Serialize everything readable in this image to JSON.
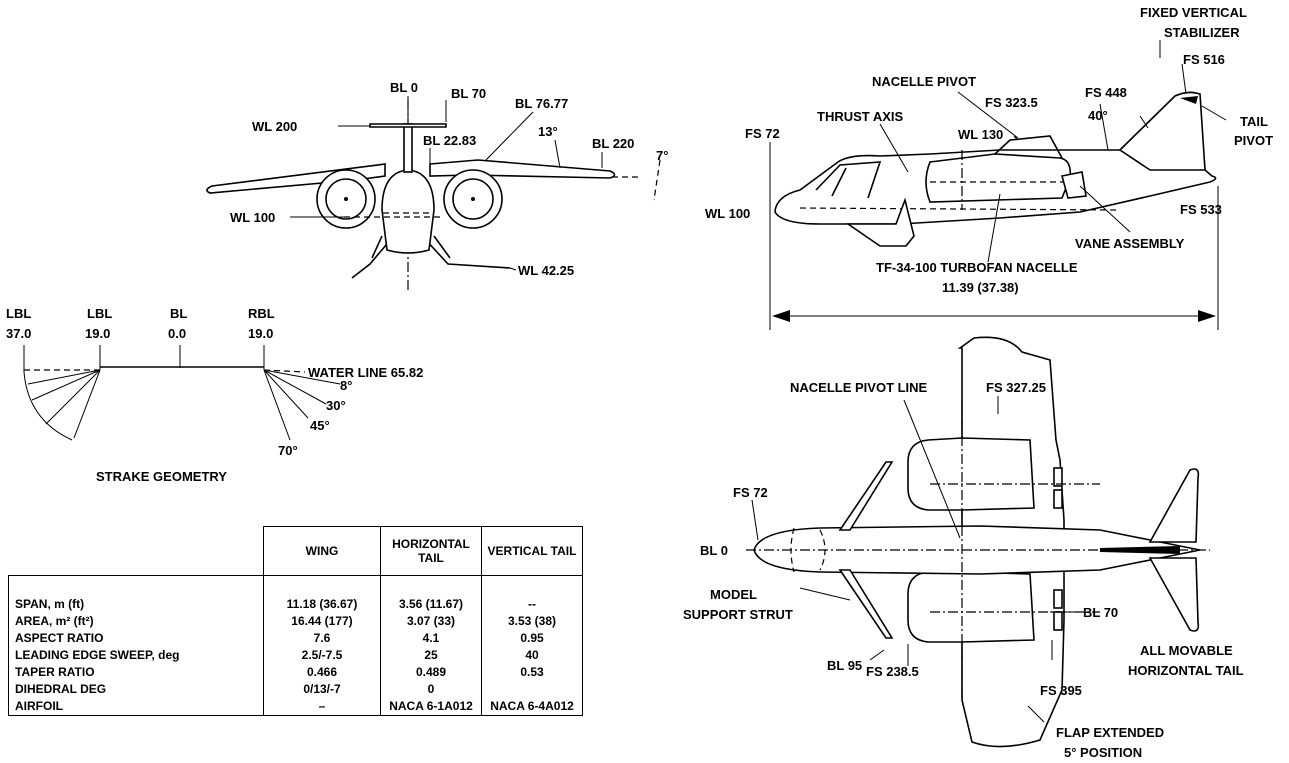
{
  "front_view": {
    "labels": {
      "bl0": "BL 0",
      "bl70": "BL 70",
      "bl7677": "BL 76.77",
      "wl200": "WL 200",
      "bl2283": "BL 22.83",
      "deg13": "13°",
      "bl220": "BL 220",
      "deg7": "7°",
      "wl100": "WL 100",
      "wl4225": "WL 42.25"
    }
  },
  "side_view": {
    "labels": {
      "fixed_stab_1": "FIXED VERTICAL",
      "fixed_stab_2": "STABILIZER",
      "fs516": "FS 516",
      "nacelle_pivot": "NACELLE PIVOT",
      "fs448": "FS 448",
      "tail_pivot_1": "TAIL",
      "tail_pivot_2": "PIVOT",
      "fs3235": "FS 323.5",
      "deg40": "40°",
      "thrust_axis": "THRUST AXIS",
      "fs72": "FS 72",
      "wl130": "WL 130",
      "wl100": "WL 100",
      "fs533": "FS 533",
      "vane_assembly": "VANE ASSEMBLY",
      "nacelle_caption": "TF-34-100 TURBOFAN NACELLE",
      "length": "11.39 (37.38)"
    }
  },
  "strake": {
    "headers": [
      {
        "pos": "LBL",
        "val": "37.0"
      },
      {
        "pos": "LBL",
        "val": "19.0"
      },
      {
        "pos": "BL",
        "val": "0.0"
      },
      {
        "pos": "RBL",
        "val": "19.0"
      }
    ],
    "water_line": "WATER LINE 65.82",
    "angles": [
      "8°",
      "30°",
      "45°",
      "70°"
    ],
    "caption": "STRAKE GEOMETRY"
  },
  "plan_view": {
    "labels": {
      "nacelle_pivot_line": "NACELLE PIVOT LINE",
      "fs32725": "FS 327.25",
      "fs72": "FS 72",
      "bl0": "BL 0",
      "model": "MODEL",
      "support_strut": "SUPPORT STRUT",
      "bl70": "BL 70",
      "bl95": "BL 95",
      "fs2385": "FS 238.5",
      "all_movable": "ALL MOVABLE",
      "horizontal_tail": "HORIZONTAL TAIL",
      "fs395": "FS 395",
      "flap_extended": "FLAP EXTENDED",
      "position": "5° POSITION"
    }
  },
  "table": {
    "columns": [
      "",
      "WING",
      "HORIZONTAL TAIL",
      "VERTICAL TAIL"
    ],
    "rows": [
      {
        "label": "SPAN, m (ft)",
        "wing": "11.18 (36.67)",
        "htail": "3.56 (11.67)",
        "vtail": "--"
      },
      {
        "label": "AREA, m² (ft²)",
        "wing": "16.44 (177)",
        "htail": "3.07 (33)",
        "vtail": "3.53 (38)"
      },
      {
        "label": "ASPECT RATIO",
        "wing": "7.6",
        "htail": "4.1",
        "vtail": "0.95"
      },
      {
        "label": "LEADING EDGE SWEEP, deg",
        "wing": "2.5/-7.5",
        "htail": "25",
        "vtail": "40"
      },
      {
        "label": "TAPER RATIO",
        "wing": "0.466",
        "htail": "0.489",
        "vtail": "0.53"
      },
      {
        "label": "DIHEDRAL DEG",
        "wing": "0/13/-7",
        "htail": "0",
        "vtail": ""
      },
      {
        "label": "AIRFOIL",
        "wing": "–",
        "htail": "NACA 6-1A012",
        "vtail": "NACA 6-4A012"
      }
    ]
  }
}
